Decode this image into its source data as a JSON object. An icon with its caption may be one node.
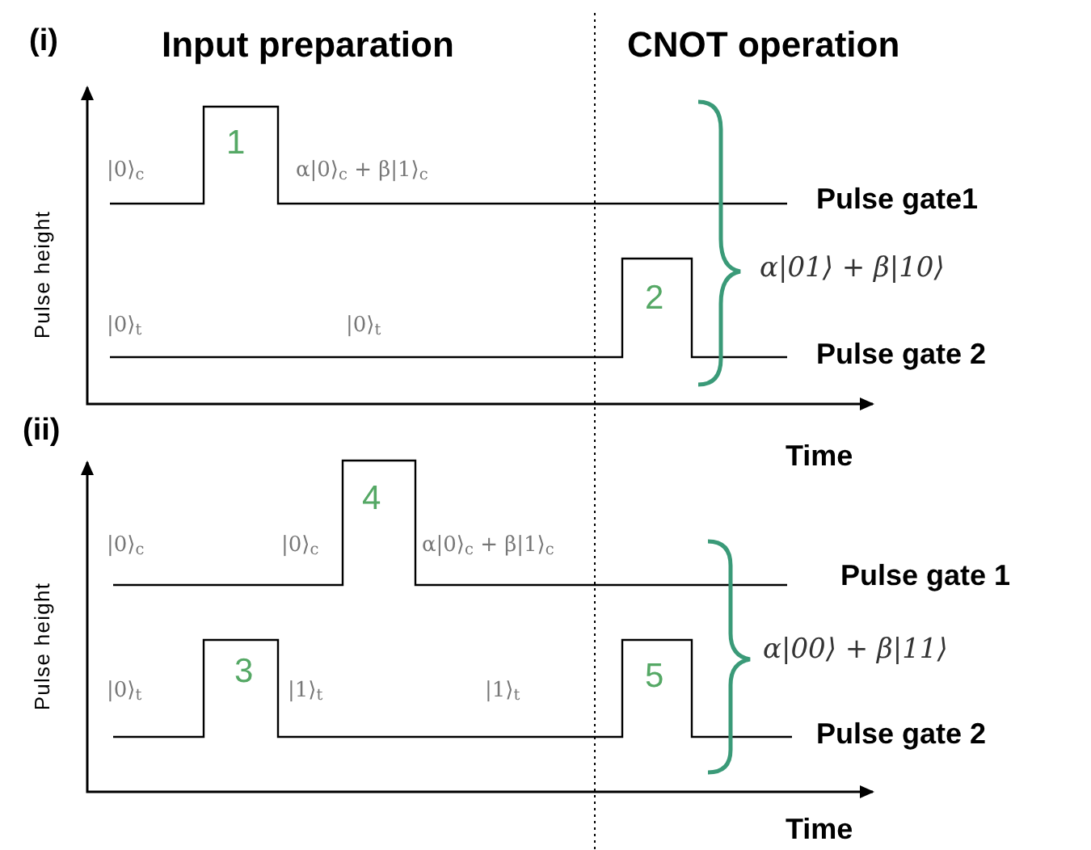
{
  "diagram": {
    "labels": [
      "(i)",
      "Input preparation",
      "CNOT operation",
      "Pulse height",
      "|0⟩$_{c}$",
      "1",
      "α|0⟩$_{c}$ + β|1⟩$_{c}$",
      "Pulse gate1",
      "α|01⟩ + β|10⟩",
      "2",
      "|0⟩$_{t}$",
      "|0⟩$_{t}$",
      "Pulse gate 2",
      "Time",
      "(ii)",
      "Pulse height",
      "|0⟩$_{c}$",
      "|0⟩$_{c}$",
      "4",
      "α|0⟩$_{c}$ + β|1⟩$_{c}$",
      "Pulse gate 1",
      "α|00⟩ + β|11⟩",
      "3",
      "5",
      "|0⟩$_{t}$",
      "|1⟩$_{t}$",
      "|1⟩$_{t}$",
      "Pulse gate 2",
      "Time"
    ]
  }
}
